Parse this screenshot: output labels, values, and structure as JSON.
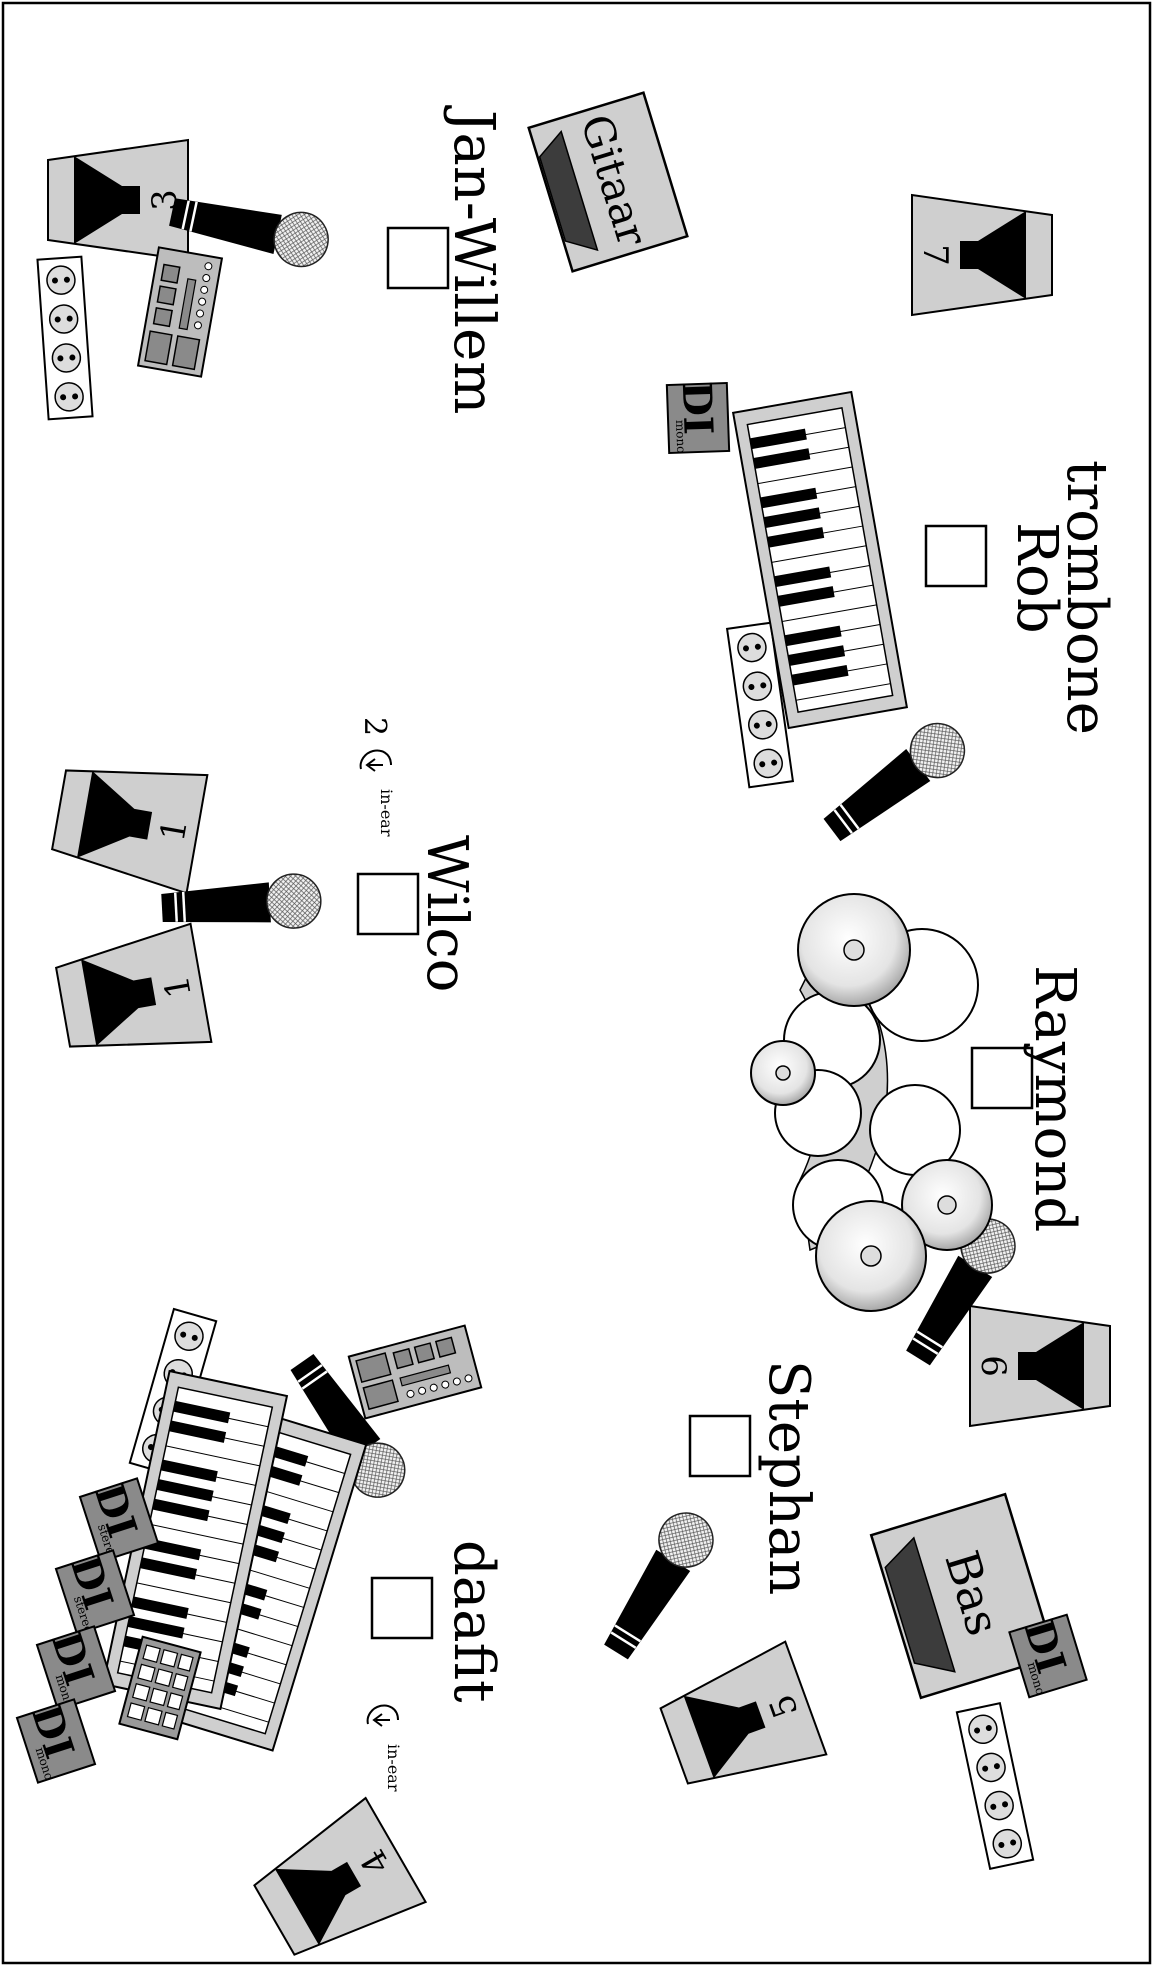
{
  "colors": {
    "fill_light": "#cfcfcf",
    "fill_mid": "#9a9a9a",
    "fill_dark": "#3c3c3c",
    "ink": "#000000",
    "paper": "#ffffff"
  },
  "musicians": {
    "jan_willem": "Jan-Willem",
    "rob": "Rob",
    "rob_instrument": "trombone",
    "wilco": "Wilco",
    "raymond": "Raymond",
    "stephan": "Stephan",
    "daafit": "daafit"
  },
  "amps": {
    "guitar": "Gitaar",
    "bass": "Bas"
  },
  "monitors": {
    "m7": "7",
    "m3": "3",
    "m1a": "1",
    "m1b": "1",
    "m6": "6",
    "m5": "5",
    "m4": "4"
  },
  "in_ear": {
    "wilco_label": "in-ear",
    "wilco_number": "2",
    "daafit_label": "in-ear"
  },
  "di_boxes": {
    "di_text": "DI",
    "keys_rob": "mono",
    "bass": "mono",
    "daafit_1": "stereo",
    "daafit_2": "stereo",
    "daafit_3": "mono",
    "daafit_4": "mono"
  },
  "icons": {
    "monitor": "wedge-monitor-icon",
    "microphone": "microphone-icon",
    "power_strip": "power-strip-icon",
    "effects_pedal": "effects-pedal-icon",
    "keyboard": "keyboard-icon",
    "drum_kit": "drum-kit-icon",
    "in_ear": "in-ear-icon",
    "musician_position": "musician-position-square"
  }
}
